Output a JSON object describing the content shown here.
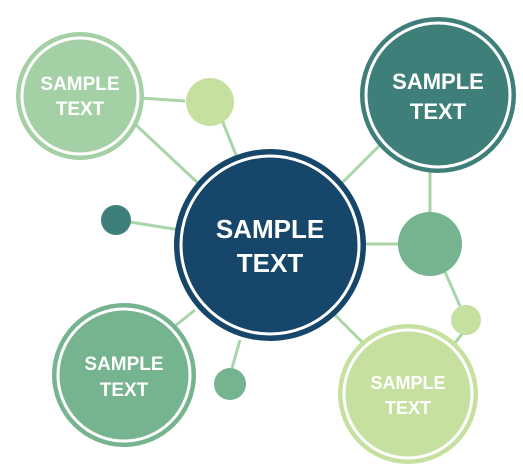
{
  "diagram": {
    "colors": {
      "dark_navy": "#16466a",
      "dark_teal": "#3f7f7a",
      "medium_green": "#75b48f",
      "light_green": "#a3d1a5",
      "pale_green": "#c6e0a0",
      "connector": "#a9d6a9"
    },
    "center": {
      "label_line1": "SAMPLE",
      "label_line2": "TEXT"
    },
    "top_left": {
      "label_line1": "SAMPLE",
      "label_line2": "TEXT"
    },
    "top_right": {
      "label_line1": "SAMPLE",
      "label_line2": "TEXT"
    },
    "bottom_left": {
      "label_line1": "SAMPLE",
      "label_line2": "TEXT"
    },
    "bottom_right": {
      "label_line1": "SAMPLE",
      "label_line2": "TEXT"
    }
  }
}
